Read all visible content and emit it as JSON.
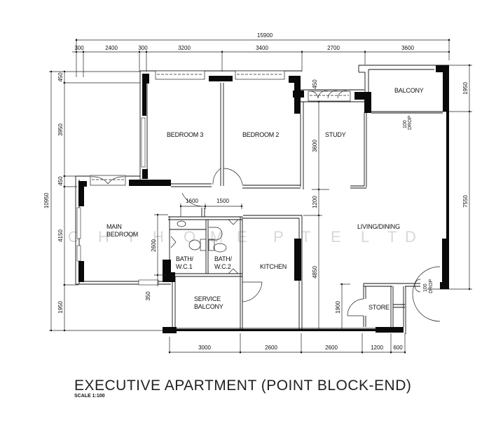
{
  "title": "EXECUTIVE APARTMENT (POINT BLOCK-END)",
  "scale": "SCALE   1:100",
  "watermark": [
    "O",
    "H",
    "Y",
    "H",
    "O",
    "M",
    "E",
    "P",
    "T",
    "E",
    "L",
    "T",
    "D"
  ],
  "rooms": {
    "bedroom3": "BEDROOM 3",
    "bedroom2": "BEDROOM 2",
    "study": "STUDY",
    "balcony": "BALCONY",
    "main_bedroom_line1": "MAIN",
    "main_bedroom_line2": "BEDROOM",
    "bath1_line1": "BATH/",
    "bath1_line2": "W.C.1",
    "bath2_line1": "BATH/",
    "bath2_line2": "W.C.2",
    "kitchen": "KITCHEN",
    "living_dining": "LIVING/DINING",
    "service_balcony_line1": "SERVICE",
    "service_balcony_line2": "BALCONY",
    "store": "STORE"
  },
  "dimensions": {
    "top_total": "15900",
    "top_segments": [
      "300",
      "2400",
      "300",
      "3200",
      "3400",
      "2700",
      "3600"
    ],
    "bottom_segments": [
      "3000",
      "2600",
      "2600",
      "1200",
      "600"
    ],
    "left_total": "10950",
    "left_segments": [
      "450",
      "3950",
      "450",
      "4150",
      "1950"
    ],
    "right_segments": [
      "1950",
      "7550"
    ],
    "study_450": "450",
    "study_3600": "3600",
    "study_1200": "1200",
    "living_4850": "4850",
    "store_1900": "1900",
    "bath_1600": "1600",
    "bath_1500": "1500",
    "bath_2600": "2600",
    "bath_350": "350"
  },
  "notes": {
    "drop_value": "100",
    "drop_label": "DROP"
  }
}
